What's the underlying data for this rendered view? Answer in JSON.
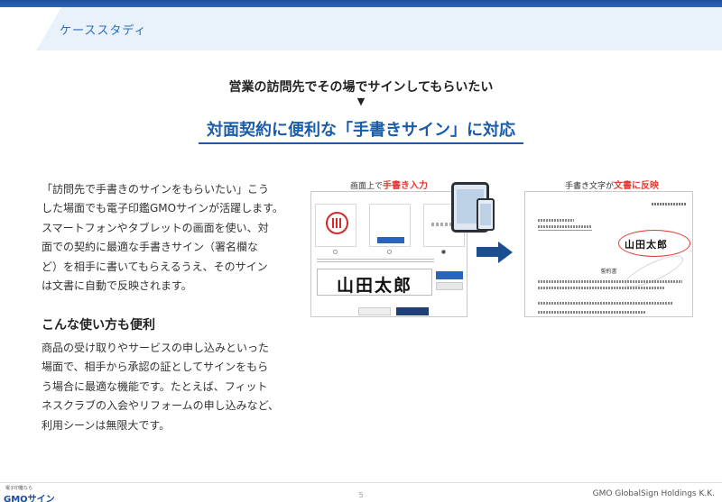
{
  "header": {
    "section_title": "ケーススタディ",
    "lead": "営業の訪問先でその場でサインしてもらいたい",
    "arrow": "▼",
    "headline": "対面契約に便利な「手書きサイン」に対応"
  },
  "intro": {
    "lines": [
      "「訪問先で手書きのサインをもらいたい」こう",
      "した場面でも電子印鑑GMOサインが活躍します。",
      "スマートフォンやタブレットの画面を使い、対",
      "面での契約に最適な手書きサイン（署名欄な",
      "ど）を相手に書いてもらえるうえ、そのサイン",
      "は文書に自動で反映されます。"
    ]
  },
  "usage": {
    "heading": "こんな使い方も便利",
    "lines": [
      "商品の受け取りやサービスの申し込みといった",
      "場面で、相手から承認の証としてサインをもら",
      "う場合に最適な機能です。たとえば、フィット",
      "ネスクラブの入会やリフォームの申し込みなど、",
      "利用シーンは無限大です。"
    ]
  },
  "figure": {
    "left_caption_pre": "画面上で",
    "left_caption_hl": "手書き入力",
    "right_caption_pre": "手書き文字が",
    "right_caption_hl": "文書に反映",
    "signature_text": "山田太郎",
    "doc_signature_text": "山田太郎",
    "doc_title": "誓約書"
  },
  "footer": {
    "logo_small": "電子印鑑なら",
    "logo_main": "GMOサイン",
    "page_number": "5",
    "company": "GMO GlobalSign Holdings K.K."
  }
}
